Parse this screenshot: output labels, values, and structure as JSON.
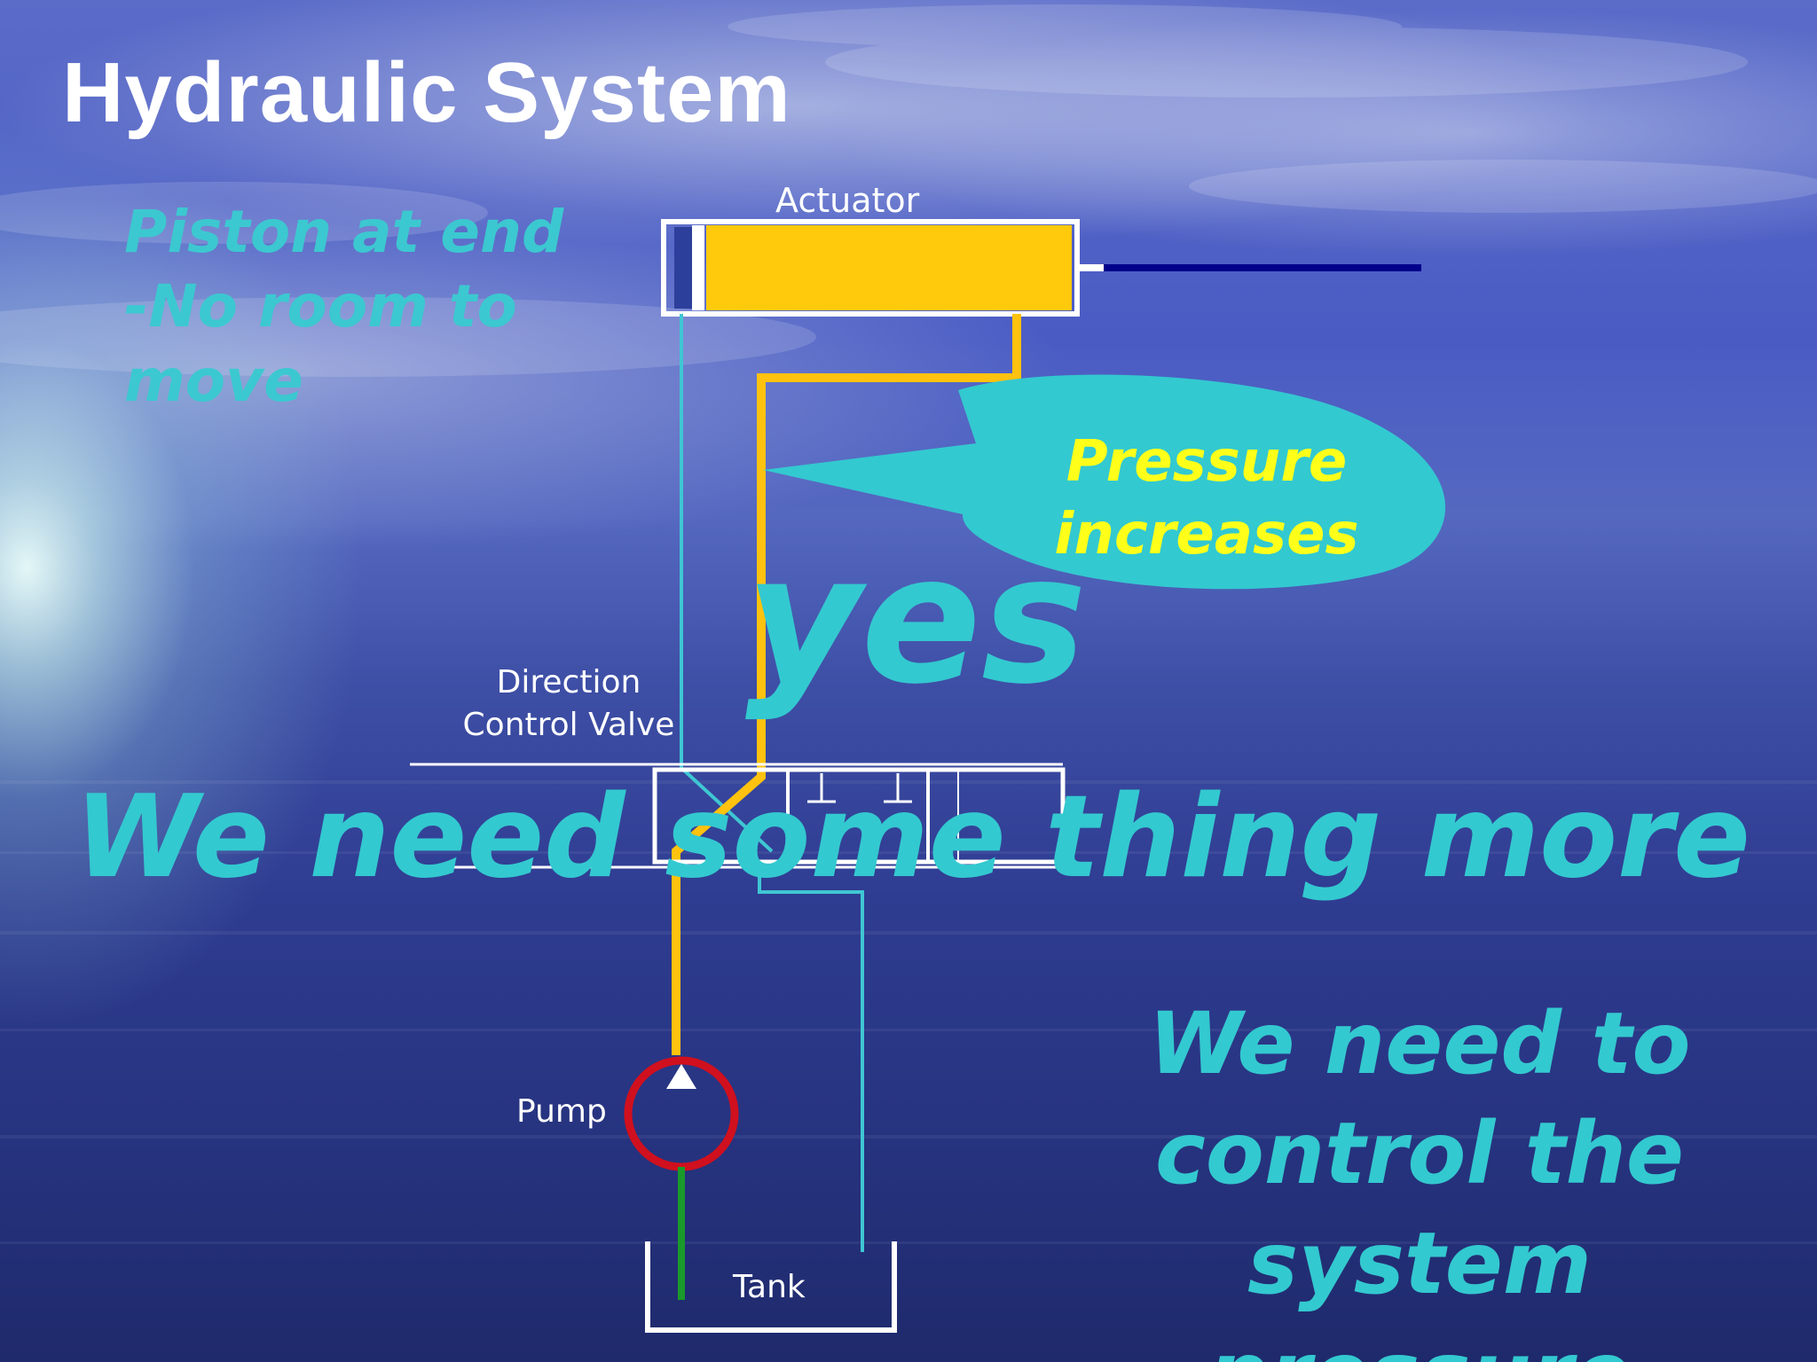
{
  "slide": {
    "title": "Hydraulic System",
    "side_note": [
      "Piston at end",
      "-No room to",
      "move"
    ],
    "callout": [
      "Pressure",
      "increases"
    ],
    "overlay_yes": "yes",
    "overlay_need": "We need some thing more",
    "control_note": [
      "We need to",
      "control the",
      "system pressure"
    ]
  },
  "diagram": {
    "labels": {
      "actuator": "Actuator",
      "valve_line1": "Direction",
      "valve_line2": "Control Valve",
      "pump": "Pump",
      "tank": "Tank"
    },
    "colors": {
      "pressure_line": "#ffc20e",
      "return_line": "#3fc6d3",
      "suction_line": "#1a9a2a",
      "pump_circle": "#d0101e",
      "piston_rod": "#00008b",
      "callout": "#33c9d0",
      "callout_text": "#ffff1a",
      "note_text": "#33c9d0"
    }
  }
}
